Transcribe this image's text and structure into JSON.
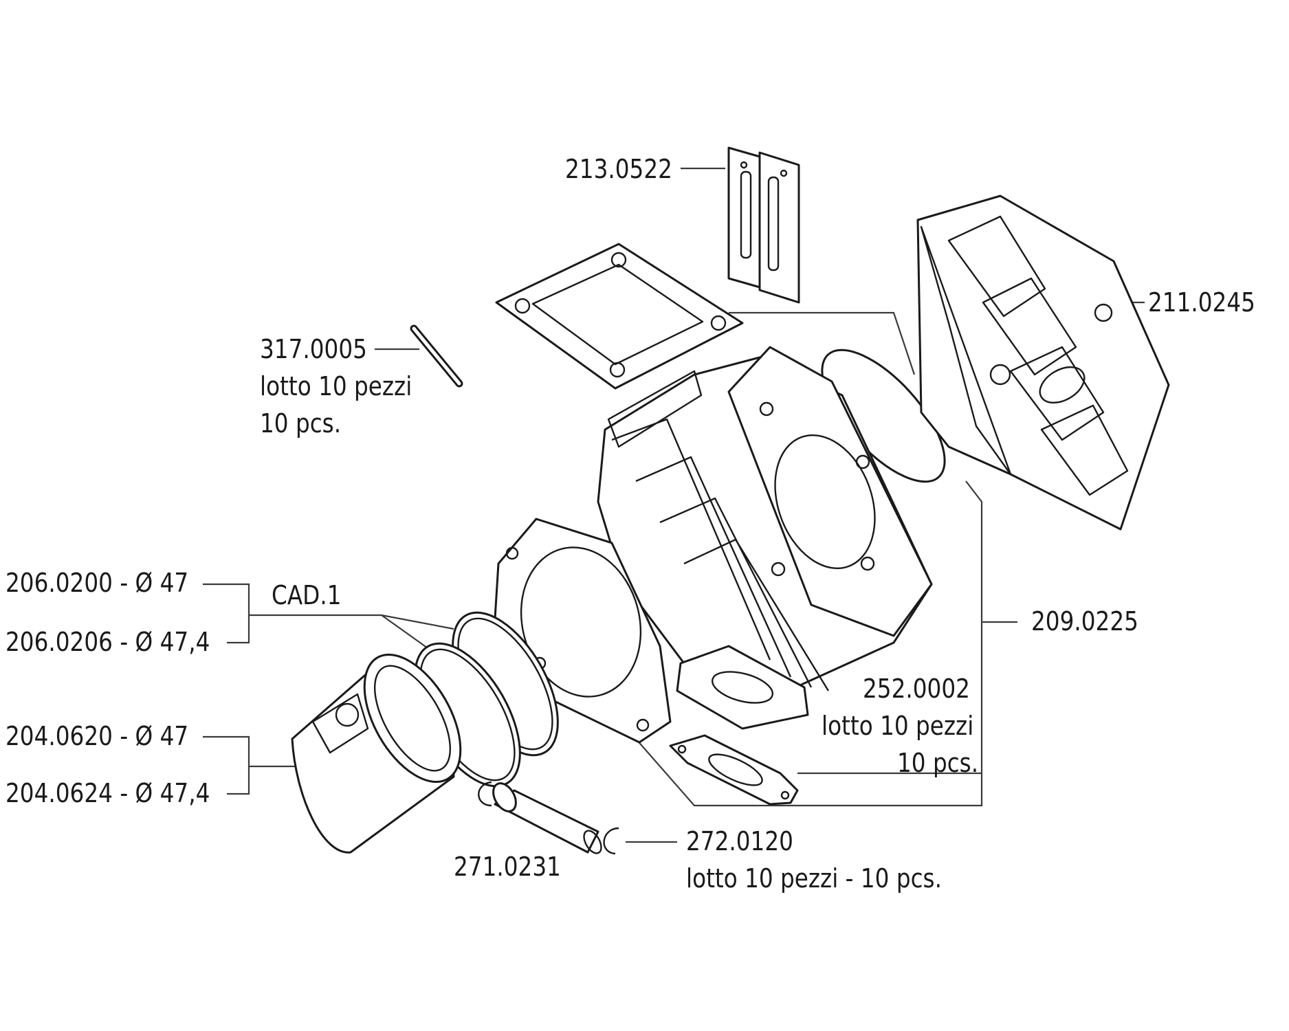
{
  "labels": {
    "reed_petals": "213.0522",
    "stud": "317.0005",
    "stud_lot": "lotto 10 pezzi",
    "stud_pcs": "10 pcs.",
    "head": "211.0245",
    "ring_a": "206.0200 - Ø 47",
    "ring_b": "206.0206 - Ø 47,4",
    "cad": "CAD.1",
    "gasket_kit": "209.0225",
    "intake_gasket": "252.0002",
    "intake_lot": "lotto 10 pezzi",
    "intake_pcs": "10 pcs.",
    "piston_a": "204.0620 - Ø 47",
    "piston_b": "204.0624 - Ø 47,4",
    "pin": "271.0231",
    "clip": "272.0120",
    "clip_lot": "lotto 10 pezzi - 10 pcs."
  },
  "colors": {
    "ink": "#1a1a1a",
    "background": "#ffffff"
  }
}
